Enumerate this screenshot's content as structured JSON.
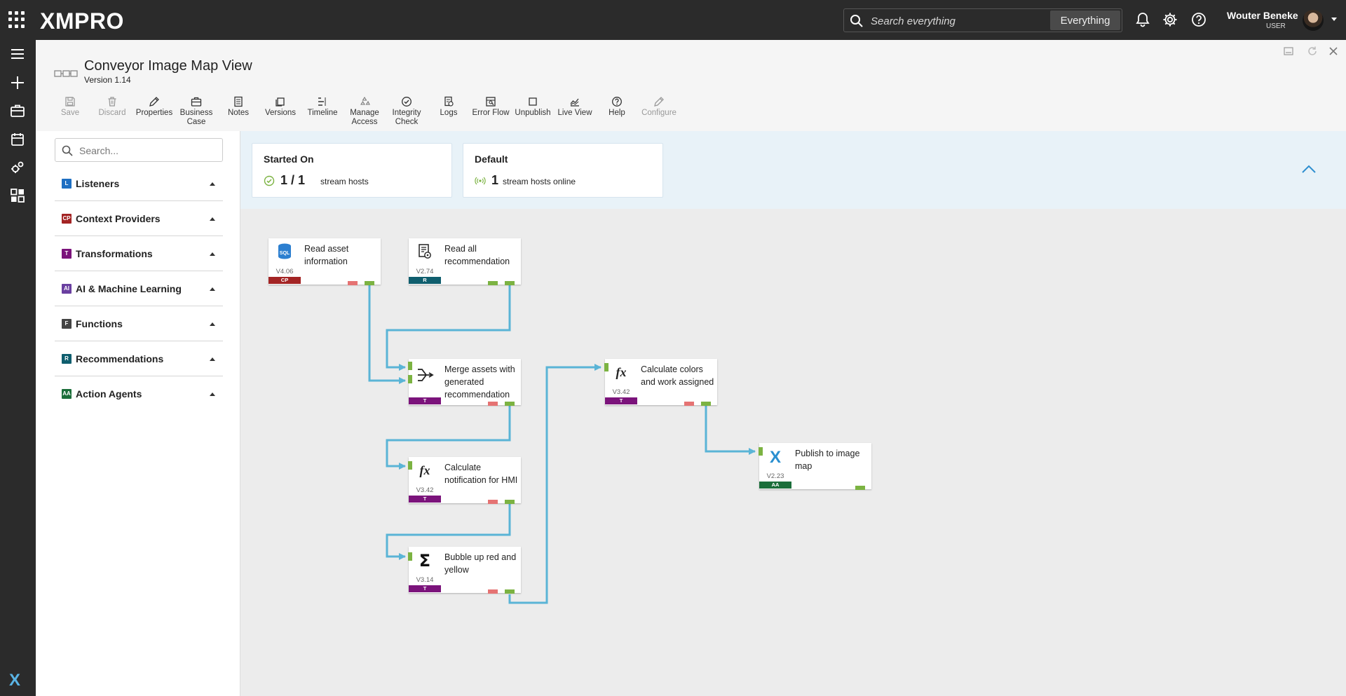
{
  "topbar": {
    "logo": "XMPRO",
    "search_placeholder": "Search everything",
    "search_scope": "Everything",
    "user_name": "Wouter Beneke",
    "user_role": "USER"
  },
  "header": {
    "title": "Conveyor Image Map View",
    "version": "Version 1.14"
  },
  "toolbar": [
    {
      "label": "Save",
      "icon": "save-icon"
    },
    {
      "label": "Discard",
      "icon": "trash-icon"
    },
    {
      "label": "Properties",
      "icon": "pencil-icon"
    },
    {
      "label": "Business Case",
      "icon": "briefcase-icon"
    },
    {
      "label": "Notes",
      "icon": "notes-icon"
    },
    {
      "label": "Versions",
      "icon": "versions-icon"
    },
    {
      "label": "Timeline",
      "icon": "timeline-icon"
    },
    {
      "label": "Manage Access",
      "icon": "share-icon"
    },
    {
      "label": "Integrity Check",
      "icon": "check-circle-icon"
    },
    {
      "label": "Logs",
      "icon": "logs-icon"
    },
    {
      "label": "Error Flow",
      "icon": "error-flow-icon"
    },
    {
      "label": "Unpublish",
      "icon": "square-icon"
    },
    {
      "label": "Live View",
      "icon": "chart-icon"
    },
    {
      "label": "Help",
      "icon": "help-icon"
    },
    {
      "label": "Configure",
      "icon": "pencil-icon"
    }
  ],
  "palette": {
    "search_placeholder": "Search...",
    "categories": [
      {
        "label": "Listeners",
        "badge": "L",
        "color": "#1e6fc2"
      },
      {
        "label": "Context Providers",
        "badge": "CP",
        "color": "#a32424"
      },
      {
        "label": "Transformations",
        "badge": "T",
        "color": "#7b137b"
      },
      {
        "label": "AI & Machine Learning",
        "badge": "AI",
        "color": "#6a3fa0"
      },
      {
        "label": "Functions",
        "badge": "F",
        "color": "#444444"
      },
      {
        "label": "Recommendations",
        "badge": "R",
        "color": "#0f5e6e"
      },
      {
        "label": "Action Agents",
        "badge": "AA",
        "color": "#1b6e3a"
      }
    ]
  },
  "status": {
    "started_title": "Started On",
    "started_count": "1 / 1",
    "started_unit": "stream hosts",
    "default_title": "Default",
    "default_count": "1",
    "default_unit": "stream hosts online"
  },
  "nodes": [
    {
      "title": "Read asset information",
      "version": "V4.06",
      "badge": "CP",
      "badge_color": "#a32424",
      "icon": "sql-database-icon"
    },
    {
      "title": "Read all recommendation",
      "version": "V2.74",
      "badge": "R",
      "badge_color": "#0f5e6e",
      "icon": "recommendation-icon"
    },
    {
      "title": "Merge assets with generated recommendation",
      "version": "",
      "badge": "T",
      "badge_color": "#7b137b",
      "icon": "merge-icon"
    },
    {
      "title": "Calculate notification for HMI",
      "version": "V3.42",
      "badge": "T",
      "badge_color": "#7b137b",
      "icon": "function-icon"
    },
    {
      "title": "Bubble up red and yellow",
      "version": "V3.14",
      "badge": "T",
      "badge_color": "#7b137b",
      "icon": "sigma-icon"
    },
    {
      "title": "Calculate colors and work assigned",
      "version": "V3.42",
      "badge": "T",
      "badge_color": "#7b137b",
      "icon": "function-icon"
    },
    {
      "title": "Publish to image map",
      "version": "V2.23",
      "badge": "AA",
      "badge_color": "#1b6e3a",
      "icon": "xmpro-x-icon"
    }
  ],
  "colors": {
    "wire": "#5ab4d6",
    "port_ok": "#7cb342",
    "port_error": "#e57373",
    "topbar": "#2b2b2b"
  }
}
